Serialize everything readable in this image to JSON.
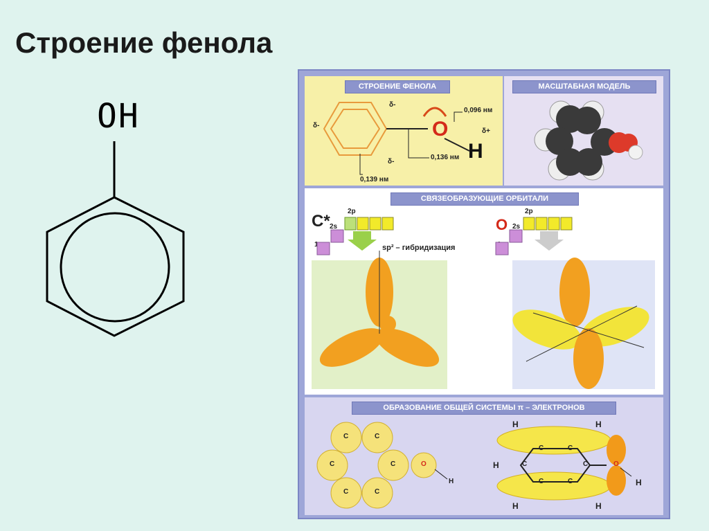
{
  "slide": {
    "title": "Строение фенола"
  },
  "formula": {
    "group": "OH"
  },
  "poster": {
    "structure": {
      "header": "СТРОЕНИЕ ФЕНОЛА",
      "delta_minus": "δ-",
      "delta_plus": "δ+",
      "oxygen": "O",
      "hydrogen": "H",
      "bond_oh": "0,096 нм",
      "bond_co": "0,136 нм",
      "bond_cc": "0,139 нм"
    },
    "model": {
      "header": "МАСШТАБНАЯ МОДЕЛЬ"
    },
    "orbitals": {
      "header": "СВЯЗЕОБРАЗУЮЩИЕ  ОРБИТАЛИ",
      "carbon_symbol": "C*",
      "oxygen_symbol": "O",
      "level_2p": "2p",
      "level_2s": "2s",
      "level_1s": "1s",
      "hybridization": "sp² – гибридизация"
    },
    "pi_system": {
      "header": "ОБРАЗОВАНИЕ ОБЩЕЙ СИСТЕМЫ  π – ЭЛЕКТРОНОВ",
      "carbon": "C",
      "oxygen": "O",
      "hydrogen": "H"
    }
  }
}
